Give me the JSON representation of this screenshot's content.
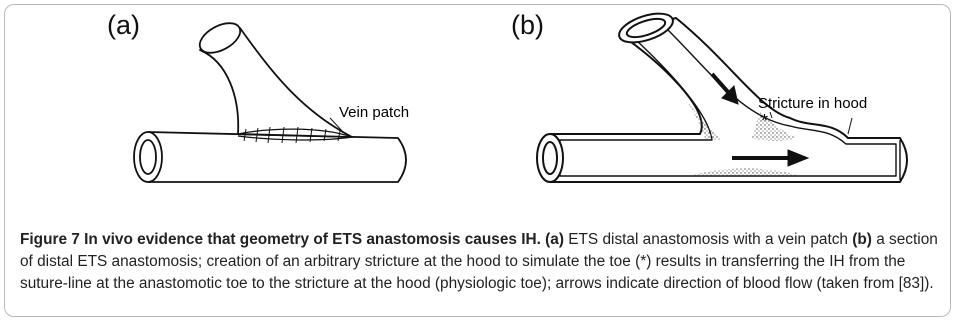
{
  "figure": {
    "panel_a_label": "(a)",
    "panel_b_label": "(b)",
    "annotation_a": "Vein patch",
    "annotation_b": "Stricture in hood",
    "annotation_b_mark": "*"
  },
  "caption": {
    "lead": "Figure 7 In vivo evidence that geometry of ETS anastomosis causes IH.",
    "a_marker": "(a)",
    "a_text": " ETS distal anastomosis with a vein patch ",
    "b_marker": "(b)",
    "b_text": " a section of distal ETS anastomosis; creation of an arbitrary stricture at the hood to simulate the toe (*) results in transferring the IH from the suture-line at the anastomotic toe to the stricture at the hood (physiologic toe); arrows indicate direction of blood flow (taken from [83])."
  }
}
